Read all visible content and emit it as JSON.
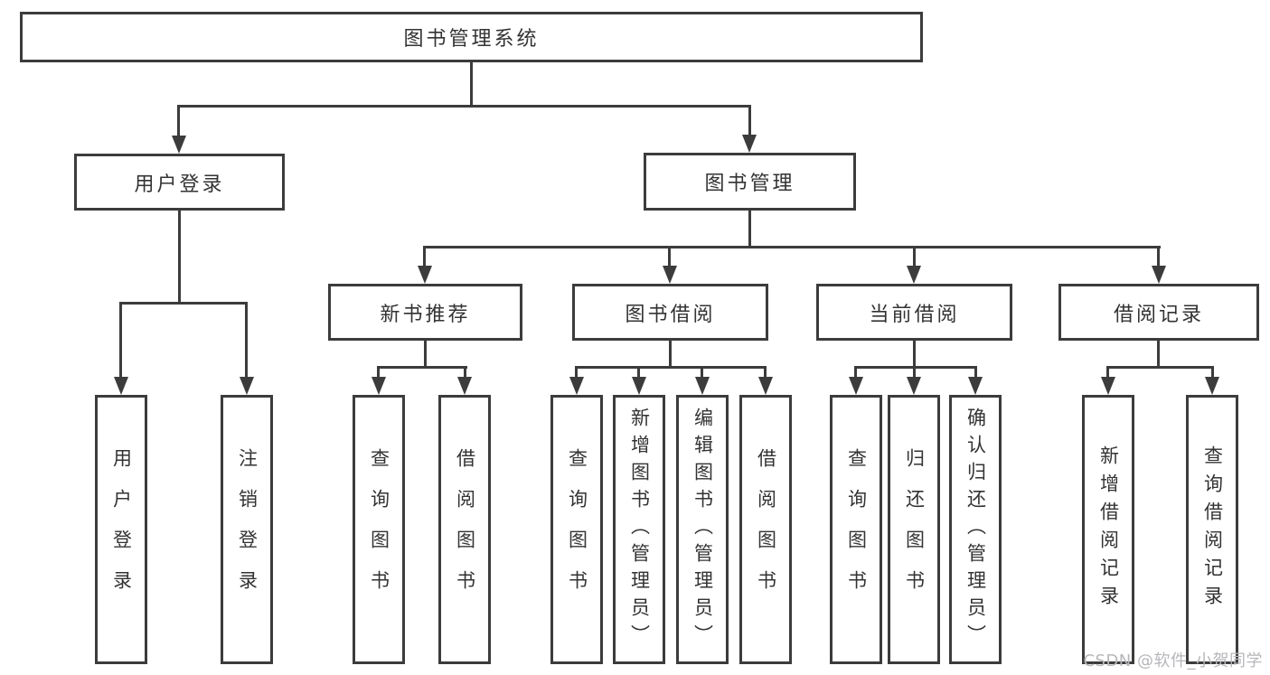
{
  "diagram": {
    "title": "图书管理系统",
    "branches": {
      "user_login": {
        "label": "用户登录",
        "children": [
          {
            "label": "用户登录"
          },
          {
            "label": "注销登录"
          }
        ]
      },
      "book_management": {
        "label": "图书管理",
        "sections": [
          {
            "label": "新书推荐",
            "children": [
              {
                "label": "查询图书"
              },
              {
                "label": "借阅图书"
              }
            ]
          },
          {
            "label": "图书借阅",
            "children": [
              {
                "label": "查询图书"
              },
              {
                "label": "新增图书（管理员）"
              },
              {
                "label": "编辑图书（管理员）"
              },
              {
                "label": "借阅图书"
              }
            ]
          },
          {
            "label": "当前借阅",
            "children": [
              {
                "label": "查询图书"
              },
              {
                "label": "归还图书"
              },
              {
                "label": "确认归还（管理员）"
              }
            ]
          },
          {
            "label": "借阅记录",
            "children": [
              {
                "label": "新增借阅记录"
              },
              {
                "label": "查询借阅记录"
              }
            ]
          }
        ]
      }
    }
  },
  "watermark": {
    "text": "CSDN @软件_小贺同学"
  },
  "colors": {
    "line": "#3c3c3c",
    "text": "#333333",
    "background": "#ffffff",
    "watermark": "#b7b7bb"
  }
}
